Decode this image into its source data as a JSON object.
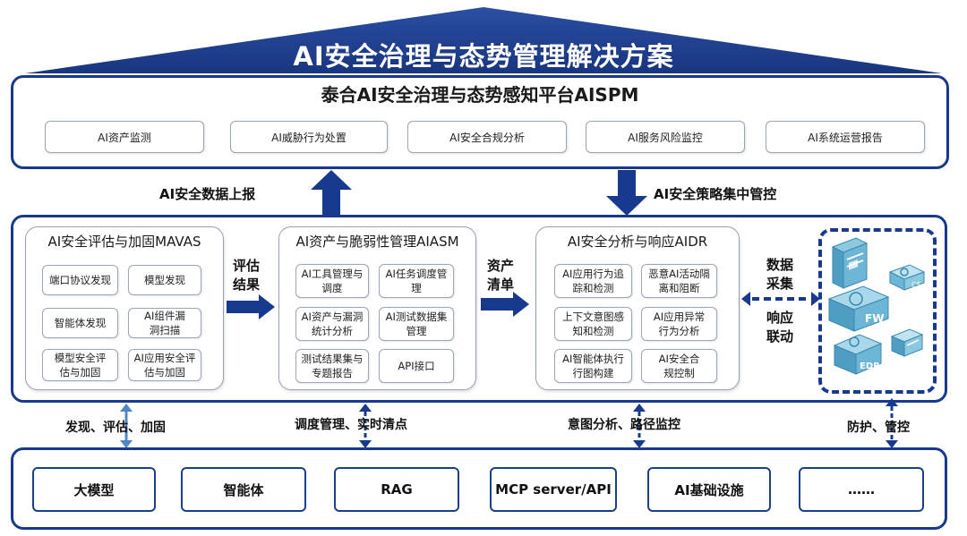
{
  "title": "AI安全治理与态势管理解决方案",
  "platform": {
    "title": "泰合AI安全治理与态势感知平台AISPM",
    "modules": [
      "AI资产监测",
      "AI威胁行为处置",
      "AI安全合规分析",
      "AI服务风险监控",
      "AI系统运营报告"
    ]
  },
  "arrows": {
    "report_up": "AI安全数据上报",
    "policy_down": "AI安全策略集中管控"
  },
  "groups": {
    "mavas": {
      "title": "AI安全评估与加固MAVAS",
      "cells": [
        "端口协议发现",
        "模型发现",
        "智能体发现",
        "AI组件漏洞扫描",
        "模型安全评估与加固",
        "AI应用安全评估与加固"
      ]
    },
    "aiasm": {
      "title": "AI资产与脆弱性管理AIASM",
      "cells": [
        "AI工具管理与调度",
        "AI任务调度管理",
        "AI资产与漏洞统计分析",
        "AI测试数据集管理",
        "测试结果集与专题报告",
        "API接口"
      ]
    },
    "aidr": {
      "title": "AI安全分析与响应AIDR",
      "cells": [
        "AI应用行为追踪和检测",
        "恶意AI活动隔离和阻断",
        "上下文意图感知和检测",
        "AI应用异常行为分析",
        "AI智能体执行行图构建",
        "AI安全合规控制"
      ]
    }
  },
  "flow": {
    "eval_result": [
      "评估",
      "结果"
    ],
    "asset_list": [
      "资产",
      "清单"
    ],
    "data_collect": [
      "数据",
      "采集"
    ],
    "response": [
      "响应",
      "联动"
    ]
  },
  "devices": {
    "labels": [
      "FW",
      "CS",
      "EDR"
    ]
  },
  "links": {
    "mavas": "发现、评估、加固",
    "aiasm": "调度管理、实时清点",
    "aidr": "意图分析、路径监控",
    "devices": "防护、管控"
  },
  "base": [
    "大模型",
    "智能体",
    "RAG",
    "MCP server/API",
    "AI基础设施",
    "……"
  ],
  "colors": {
    "navy": "#173a8f",
    "roof": "#1f3f8f",
    "light_blue": "#4f86c6",
    "device": "#5aa6c8"
  }
}
